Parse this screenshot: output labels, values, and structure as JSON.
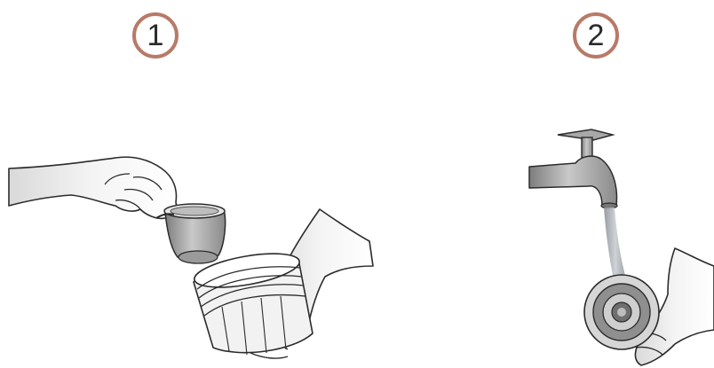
{
  "steps": [
    {
      "number": "1",
      "icon": "step-1-remove-filter-illustration"
    },
    {
      "number": "2",
      "icon": "step-2-rinse-under-tap-illustration"
    }
  ],
  "colors": {
    "badge_border": "#b87a68",
    "line": "#2b2b2b",
    "skin": "#f7f7f7",
    "metal": "#9a9a9a",
    "water": "#9aa0a6"
  }
}
